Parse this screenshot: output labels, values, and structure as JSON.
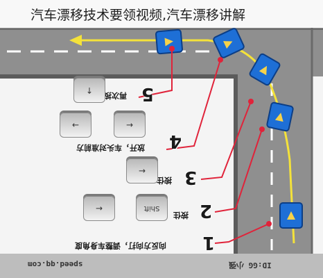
{
  "title": "汽车漂移技术要领视频,汽车漂移讲解",
  "steps": [
    {
      "number": "5",
      "text": "再次按"
    },
    {
      "number": "4",
      "text": "放开，车头对准前方"
    },
    {
      "number": "3",
      "text": "按住"
    },
    {
      "number": "2",
      "text": "按住"
    },
    {
      "number": "1",
      "text": "向反方向打，调整车身角度"
    }
  ],
  "keys": {
    "up": "↑",
    "shift": "Shift",
    "down": "↓",
    "left": "←",
    "right": "→"
  },
  "footer": {
    "site": "speed.qq.com",
    "id": "ID:GG 小强"
  },
  "colors": {
    "road": "#8f8f8f",
    "curb": "#5c5c5c",
    "car": "#1e6fd6",
    "path": "#f4e23a",
    "marker": "#e0233a"
  }
}
